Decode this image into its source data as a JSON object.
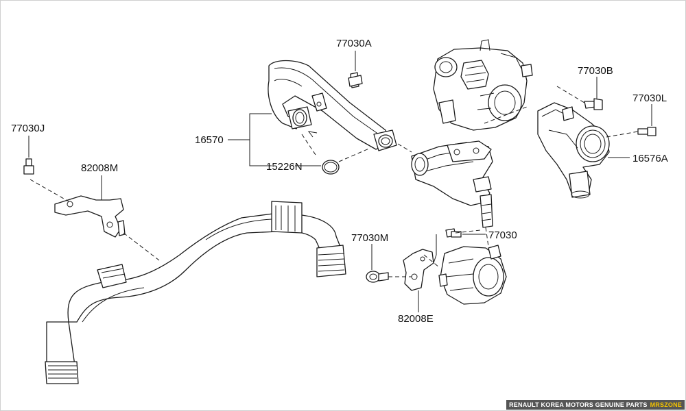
{
  "labels": {
    "l_77030A": "77030A",
    "l_77030B": "77030B",
    "l_77030L": "77030L",
    "l_77030J": "77030J",
    "l_82008M": "82008M",
    "l_16570": "16570",
    "l_15226N": "15226N",
    "l_16576A": "16576A",
    "l_77030M": "77030M",
    "l_77030": "77030",
    "l_82008E": "82008E"
  },
  "banner": {
    "text": "RENAULT KOREA MOTORS GENUINE PARTS",
    "brand": "MRSZONE"
  }
}
